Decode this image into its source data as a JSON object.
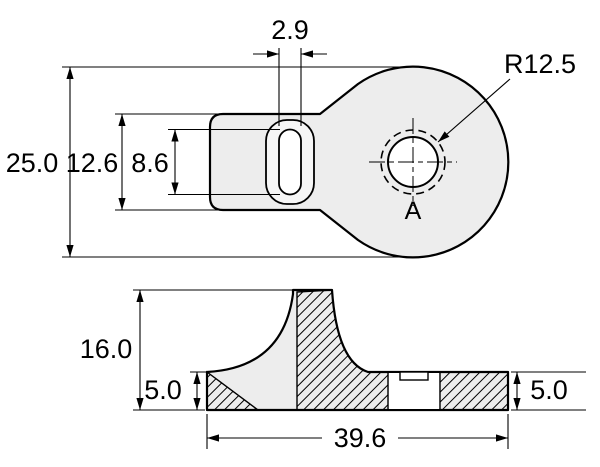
{
  "top_view": {
    "dim_slot_width": "2.9",
    "dim_overall_height": "25.0",
    "dim_boss_height": "12.6",
    "dim_slot_height": "8.6",
    "dim_radius": "R12.5",
    "hole_label": "A"
  },
  "section_view": {
    "dim_overall_height": "16.0",
    "dim_left_thickness": "5.0",
    "dim_right_thickness": "5.0",
    "dim_overall_width": "39.6"
  },
  "colors": {
    "part_fill": "#ededed",
    "line": "#000000",
    "background": "#ffffff"
  }
}
